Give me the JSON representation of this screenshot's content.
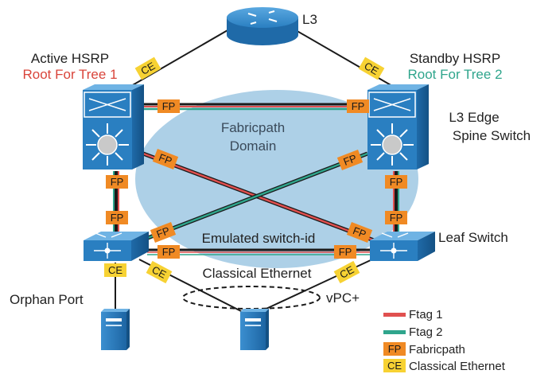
{
  "labels": {
    "l3": "L3",
    "active_hsrp": "Active HSRP",
    "root_tree_1": "Root For Tree 1",
    "standby_hsrp": "Standby HSRP",
    "root_tree_2": "Root For Tree 2",
    "l3_edge": "L3 Edge",
    "spine_switch": "Spine Switch",
    "fabricpath_domain_line1": "Fabricpath",
    "fabricpath_domain_line2": "Domain",
    "emulated_switch_id": "Emulated switch-id",
    "leaf_switch": "Leaf Switch",
    "classical_ethernet": "Classical Ethernet",
    "orphan_port": "Orphan Port",
    "vpc_plus": "vPC+"
  },
  "tags": {
    "fp": "FP",
    "ce": "CE"
  },
  "legend": {
    "ftag1": "Ftag 1",
    "ftag2": "Ftag 2",
    "fabricpath": "Fabricpath",
    "classical_ethernet": "Classical Ethernet"
  },
  "colors": {
    "ftag1": "#e0504f",
    "ftag2": "#2fa58c",
    "fp_tag": "#f08a24",
    "ce_tag": "#f7d233",
    "domain": "#a9cde6",
    "device": "#2a7fc1",
    "root_tree_1": "#d9443a",
    "root_tree_2": "#2fa58c"
  }
}
